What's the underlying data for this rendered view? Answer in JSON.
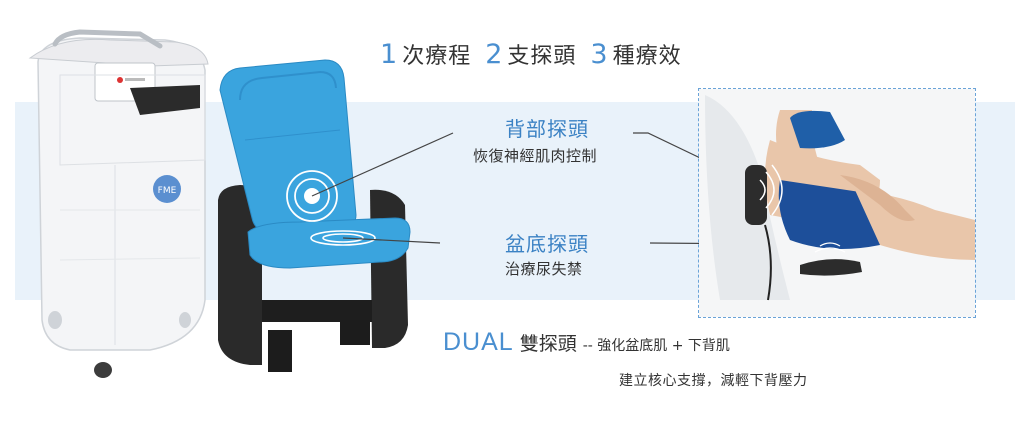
{
  "headline": {
    "n1": "1",
    "t1": "次療程",
    "n2": "2",
    "t2": "支探頭",
    "n3": "3",
    "t3": "種療效"
  },
  "device": {
    "logo_text": "FME"
  },
  "probes": {
    "back": {
      "title": "背部探頭",
      "desc": "恢復神經肌肉控制"
    },
    "pelvic": {
      "title": "盆底探頭",
      "desc": "治療尿失禁"
    }
  },
  "dual": {
    "label": "DUAL",
    "title": "雙探頭",
    "line1": "-- 強化盆底肌 + 下背肌",
    "line2": "建立核心支撐，減輕下背壓力"
  },
  "colors": {
    "accent": "#4a8fd0",
    "band": "#e9f2fa",
    "chair_blue": "#3aa4de",
    "chair_black": "#2a2a2a"
  }
}
